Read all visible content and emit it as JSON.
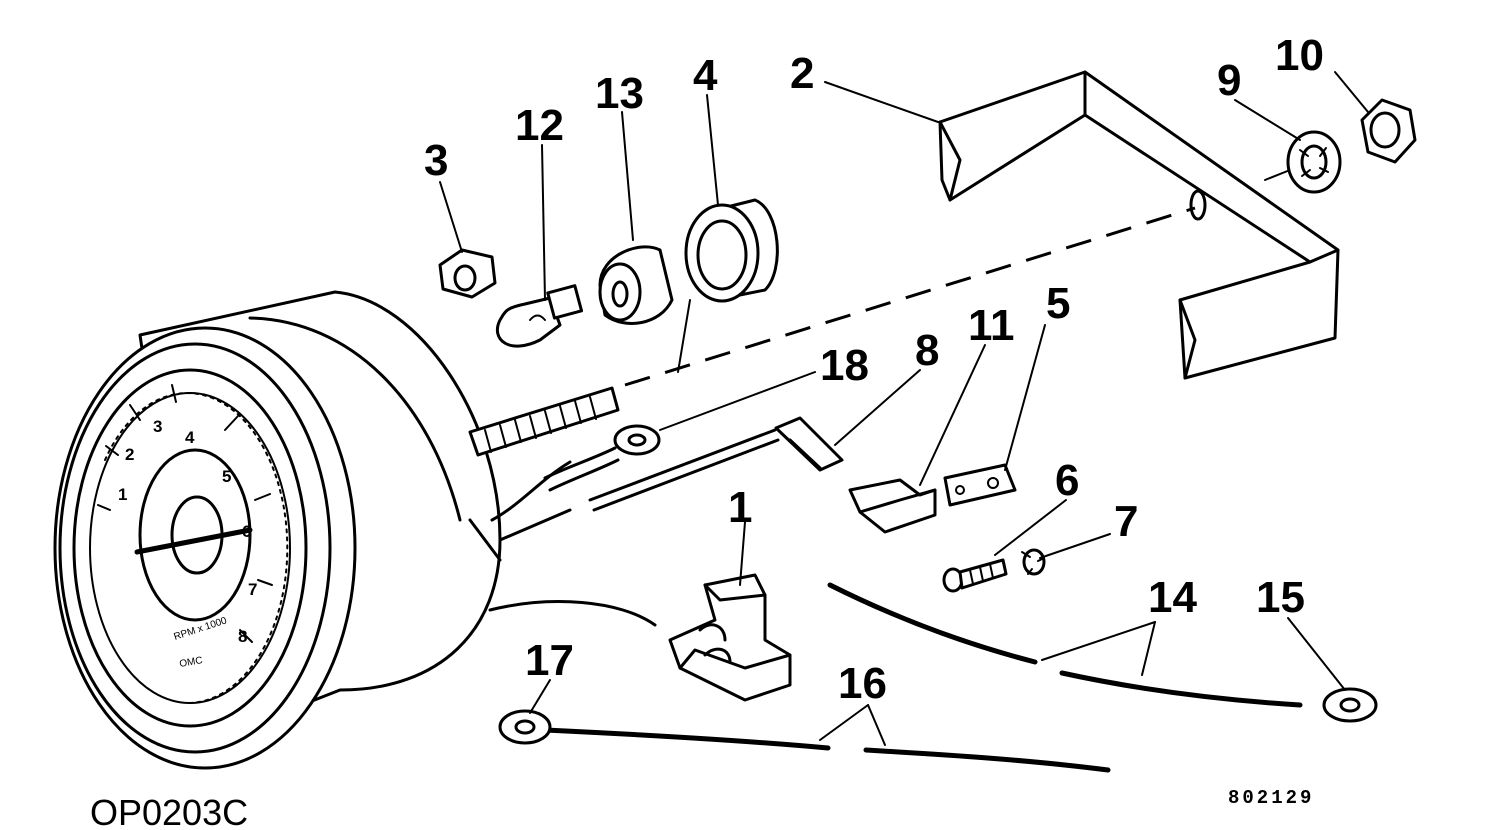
{
  "figure_id": "OP0203C",
  "reference_number": "802129",
  "callouts": {
    "c1": "1",
    "c2": "2",
    "c3": "3",
    "c4": "4",
    "c5": "5",
    "c6": "6",
    "c7": "7",
    "c8": "8",
    "c9": "9",
    "c10": "10",
    "c11": "11",
    "c12": "12",
    "c13": "13",
    "c14": "14",
    "c15": "15",
    "c16": "16",
    "c17": "17",
    "c18": "18"
  },
  "gauge": {
    "dial_numbers": [
      "1",
      "2",
      "3",
      "4",
      "5",
      "6",
      "7",
      "8"
    ],
    "dial_legend": "RPM x 1000",
    "dial_brand": "OMC"
  }
}
